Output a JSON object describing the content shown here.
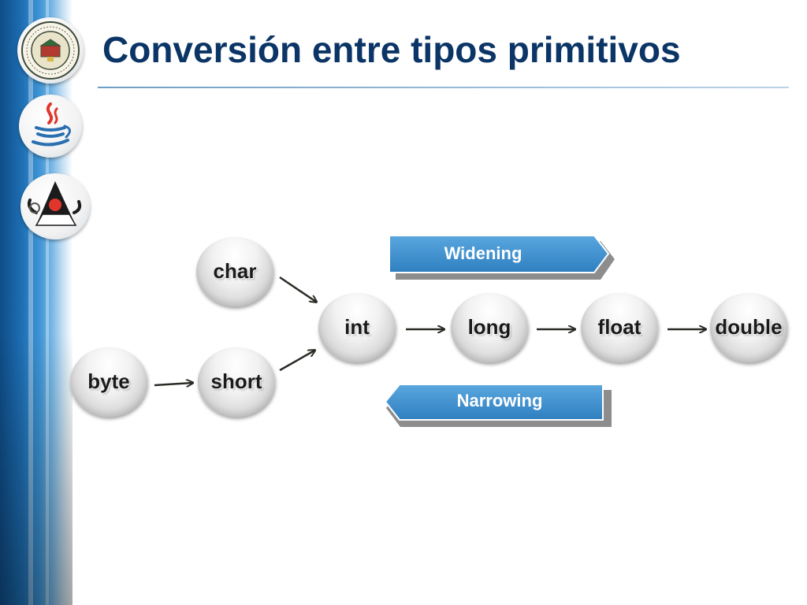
{
  "slide": {
    "title": "Conversión entre tipos primitivos"
  },
  "diagram": {
    "nodes": {
      "char": "char",
      "byte": "byte",
      "short": "short",
      "int": "int",
      "long": "long",
      "float": "float",
      "double": "double"
    },
    "widening_label": "Widening",
    "narrowing_label": "Narrowing"
  },
  "colors": {
    "title": "#0b3566",
    "banner": "#3b8fcf",
    "banner_shadow": "#7a7a7a",
    "arrow": "#2b2b25"
  },
  "icons": [
    "university-seal-icon",
    "java-logo-icon",
    "java-duke-mascot-icon"
  ]
}
